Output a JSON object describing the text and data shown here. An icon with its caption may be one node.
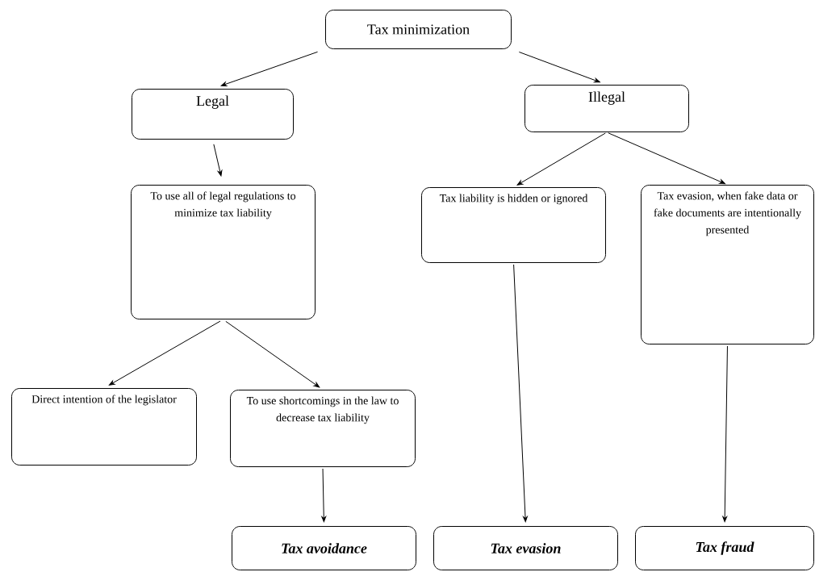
{
  "diagram": {
    "nodes": [
      {
        "text": [
          "Tax minimization"
        ]
      },
      {
        "text": [
          "Legal"
        ]
      },
      {
        "text": [
          "Illegal"
        ]
      },
      {
        "text": [
          "To use all of legal regulations to minimize tax liability"
        ]
      },
      {
        "text": [
          "Tax liability is hidden or ignored"
        ]
      },
      {
        "text": [
          "Tax evasion, when fake data or fake documents are intentionally presented"
        ]
      },
      {
        "text": [
          "Direct intention of the legislator"
        ]
      },
      {
        "text": [
          "To use shortcomings in the law to decrease tax liability"
        ]
      },
      {
        "text": [
          "Tax avoidance"
        ]
      },
      {
        "text": [
          "Tax evasion"
        ]
      },
      {
        "text": [
          "Tax fraud"
        ]
      }
    ],
    "edges": [
      {
        "from": 0,
        "to": 1,
        "arrow": "to"
      },
      {
        "from": 0,
        "to": 2,
        "arrow": "to"
      },
      {
        "from": 1,
        "to": 3,
        "arrow": "to"
      },
      {
        "from": 2,
        "to": 4,
        "arrow": "to"
      },
      {
        "from": 2,
        "to": 5,
        "arrow": "to"
      },
      {
        "from": 3,
        "to": 6,
        "arrow": "to"
      },
      {
        "from": 3,
        "to": 7,
        "arrow": "to"
      },
      {
        "from": 7,
        "to": 8,
        "arrow": "to"
      },
      {
        "from": 4,
        "to": 9,
        "arrow": "to"
      },
      {
        "from": 5,
        "to": 10,
        "arrow": "to"
      }
    ]
  }
}
